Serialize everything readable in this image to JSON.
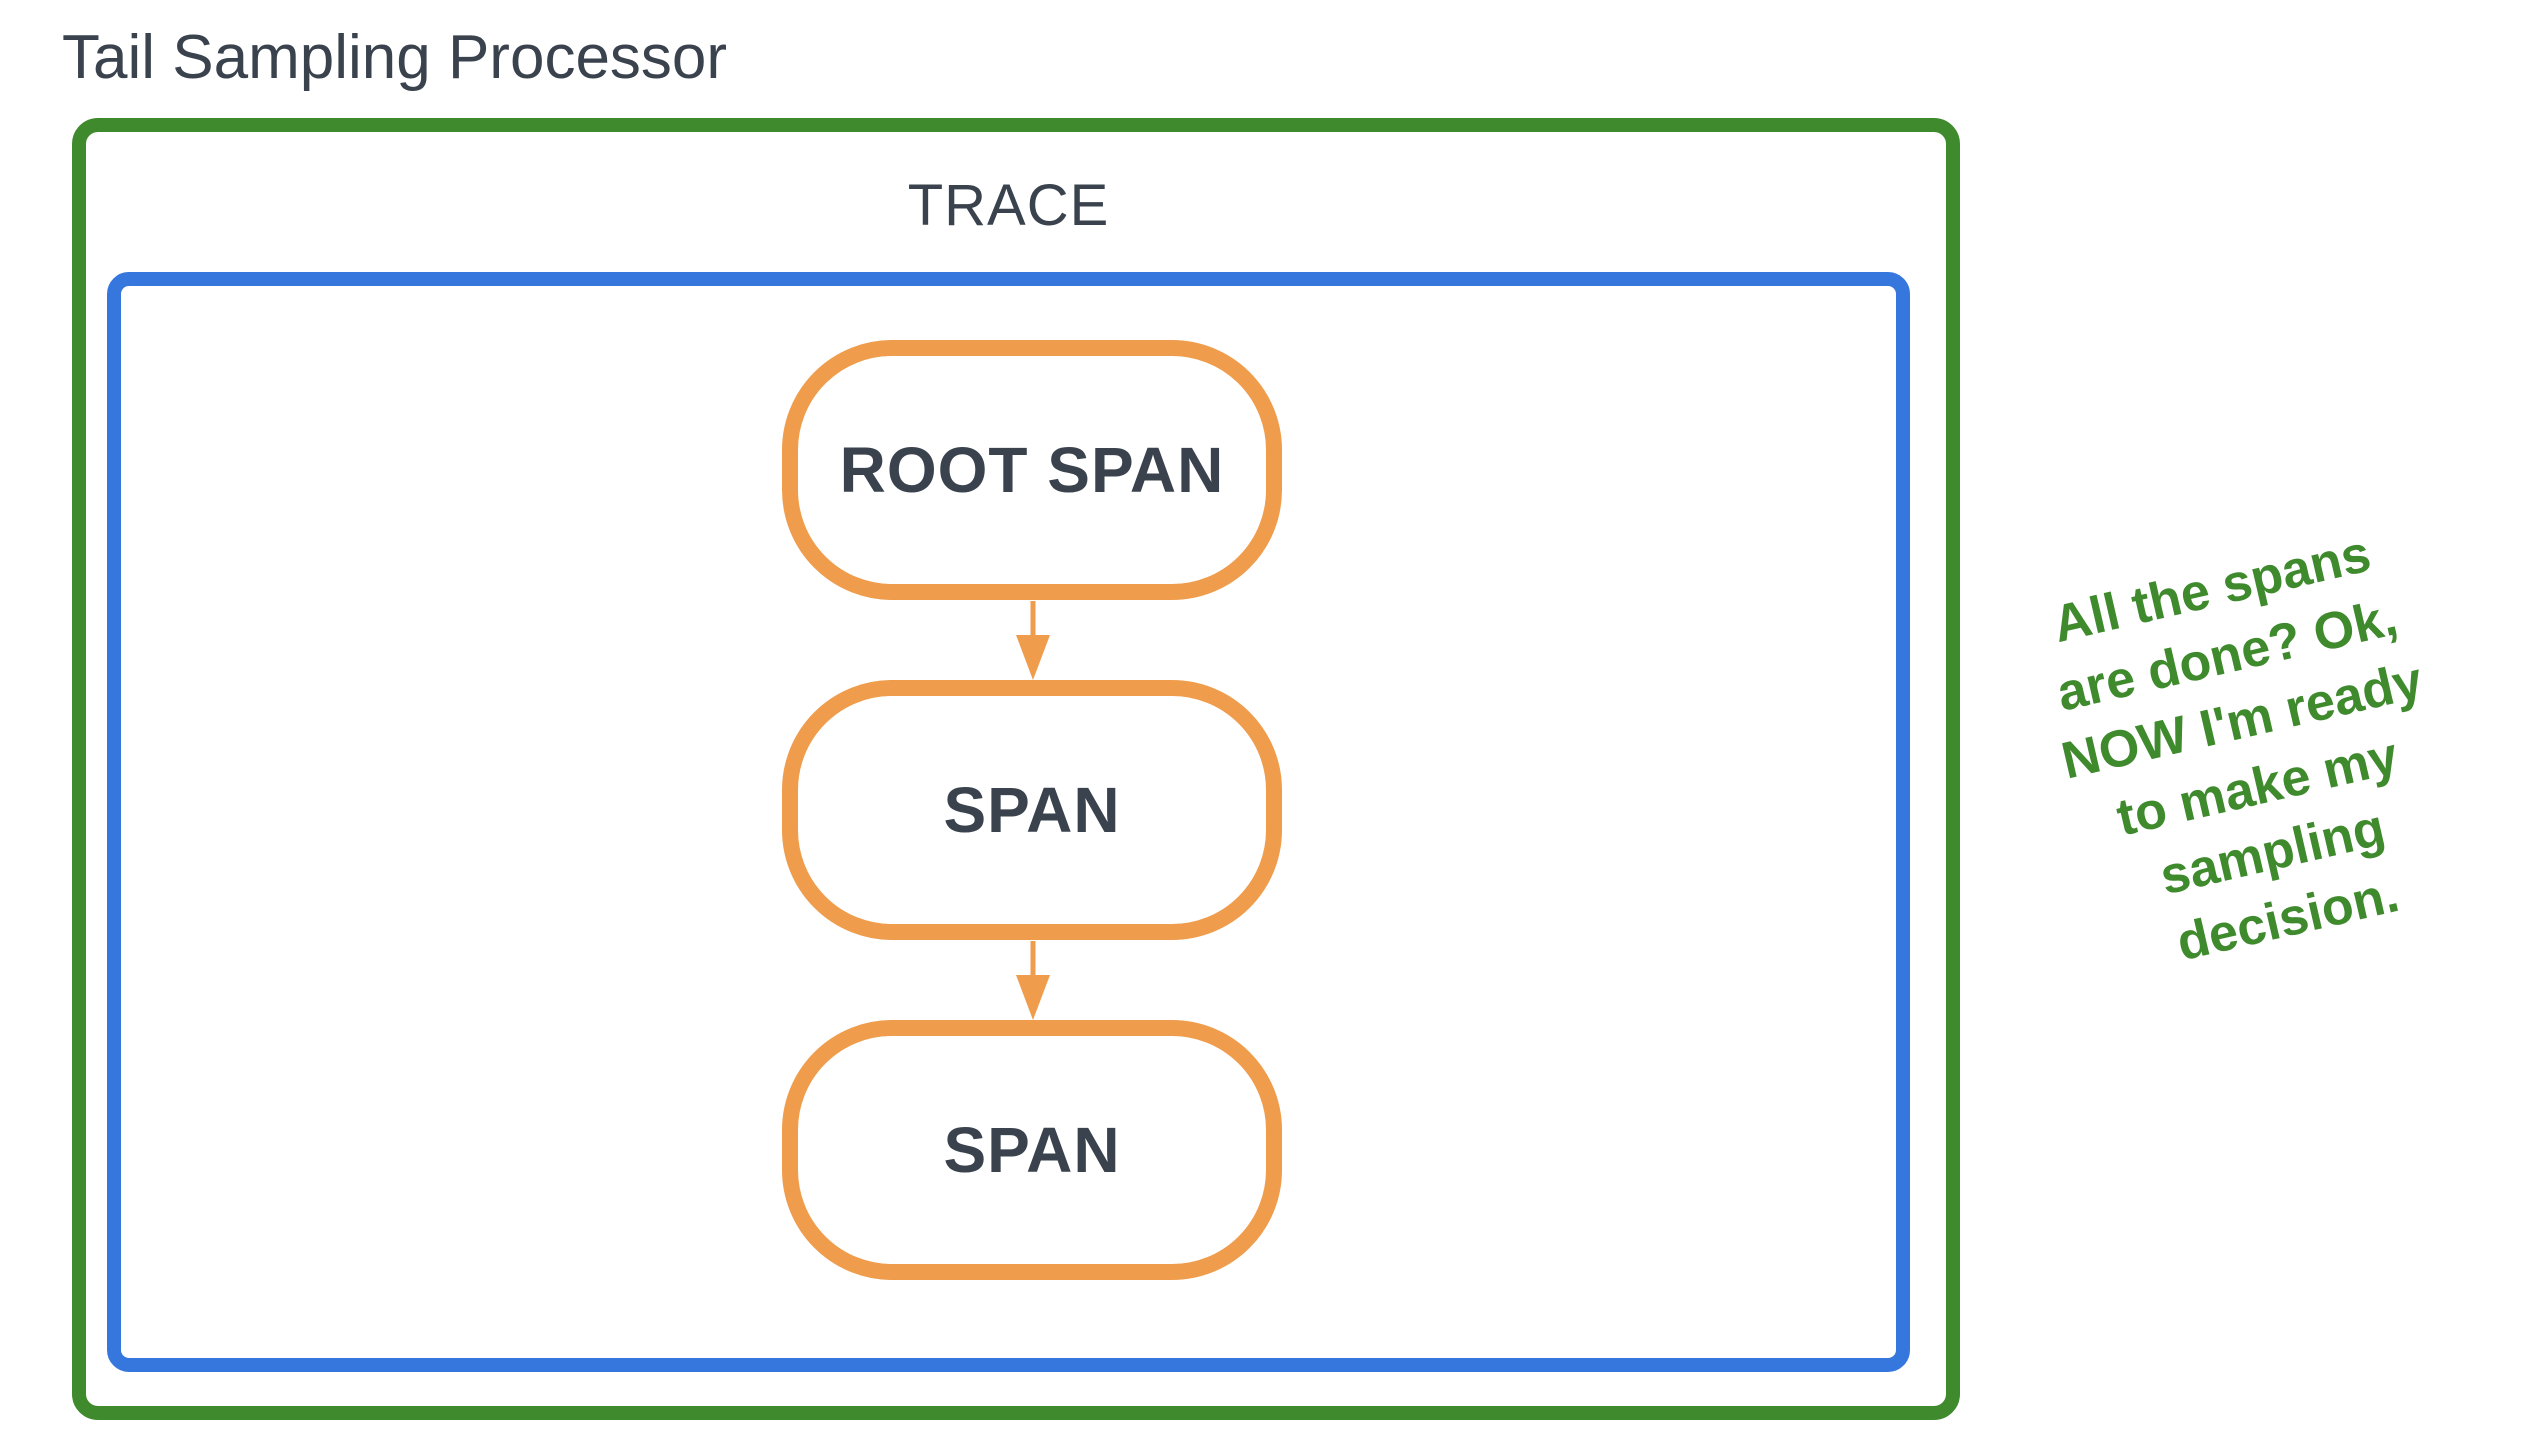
{
  "title": "Tail Sampling Processor",
  "trace": {
    "label": "TRACE"
  },
  "spans": [
    {
      "label": "ROOT SPAN"
    },
    {
      "label": "SPAN"
    },
    {
      "label": "SPAN"
    }
  ],
  "annotation": {
    "full_text": "All the spans are done? Ok, NOW I'm ready to make my sampling decision.",
    "lines": [
      "All the spans",
      "are done? Ok,",
      "NOW I'm ready",
      "to make my",
      "sampling",
      "decision."
    ]
  },
  "colors": {
    "green": "#3E8A2D",
    "blue": "#3677DD",
    "orange": "#EF9D4C",
    "text_dark": "#3A434D"
  }
}
